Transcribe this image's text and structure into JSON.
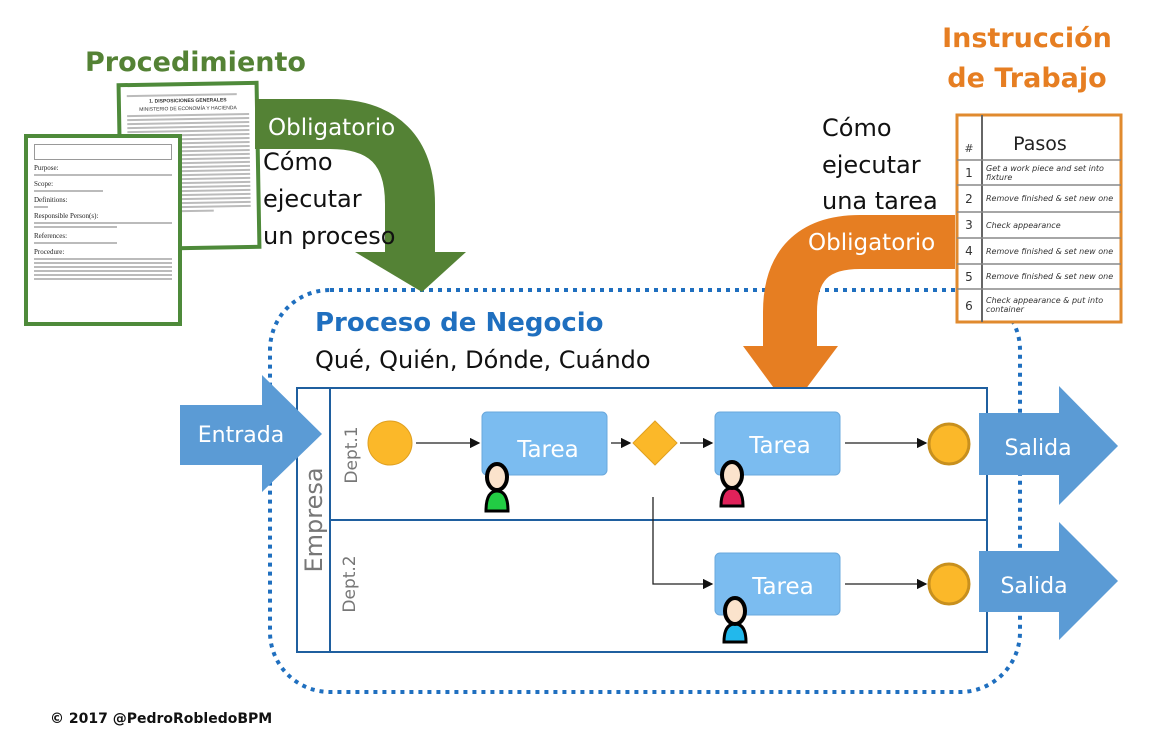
{
  "procedimiento": {
    "title": "Procedimiento",
    "arrow_label": "Obligatorio",
    "description_lines": [
      "Cómo",
      "ejecutar",
      "un proceso"
    ],
    "doc_back": {
      "heading": "1. DISPOSICIONES GENERALES",
      "subheading": "MINISTERIO DE ECONOMÍA Y HACIENDA"
    },
    "doc_front": {
      "sections": [
        "Purpose:",
        "Scope:",
        "Definitions:",
        "Responsible Person(s):",
        "References:",
        "Procedure:"
      ]
    }
  },
  "instruccion": {
    "title_lines": [
      "Instrucción",
      "de Trabajo"
    ],
    "arrow_label": "Obligatorio",
    "description_lines": [
      "Cómo",
      "ejecutar",
      "una tarea"
    ],
    "table": {
      "headers": [
        "#",
        "Pasos"
      ],
      "rows": [
        {
          "num": "1",
          "step": "Get a work piece and set into fixture"
        },
        {
          "num": "2",
          "step": "Remove finished & set new one"
        },
        {
          "num": "3",
          "step": "Check appearance"
        },
        {
          "num": "4",
          "step": "Remove finished & set new one"
        },
        {
          "num": "5",
          "step": "Remove finished & set new one"
        },
        {
          "num": "6",
          "step": "Check appearance & put into container"
        }
      ]
    }
  },
  "proceso": {
    "title": "Proceso de Negocio",
    "subtitle": "Qué, Quién, Dónde, Cuándo",
    "input_label": "Entrada",
    "output_labels": [
      "Salida",
      "Salida"
    ],
    "pool_label": "Empresa",
    "lanes": [
      "Dept.1",
      "Dept.2"
    ],
    "tasks": [
      "Tarea",
      "Tarea",
      "Tarea"
    ]
  },
  "colors": {
    "green": "#548235",
    "orange": "#E67E22",
    "blue": "#5B9BD5",
    "task": "#7BBCF0",
    "event": "#FBB829",
    "title_blue": "#1F6FBF"
  },
  "footer": {
    "copyright": "© 2017 @PedroRobledoBPM"
  }
}
